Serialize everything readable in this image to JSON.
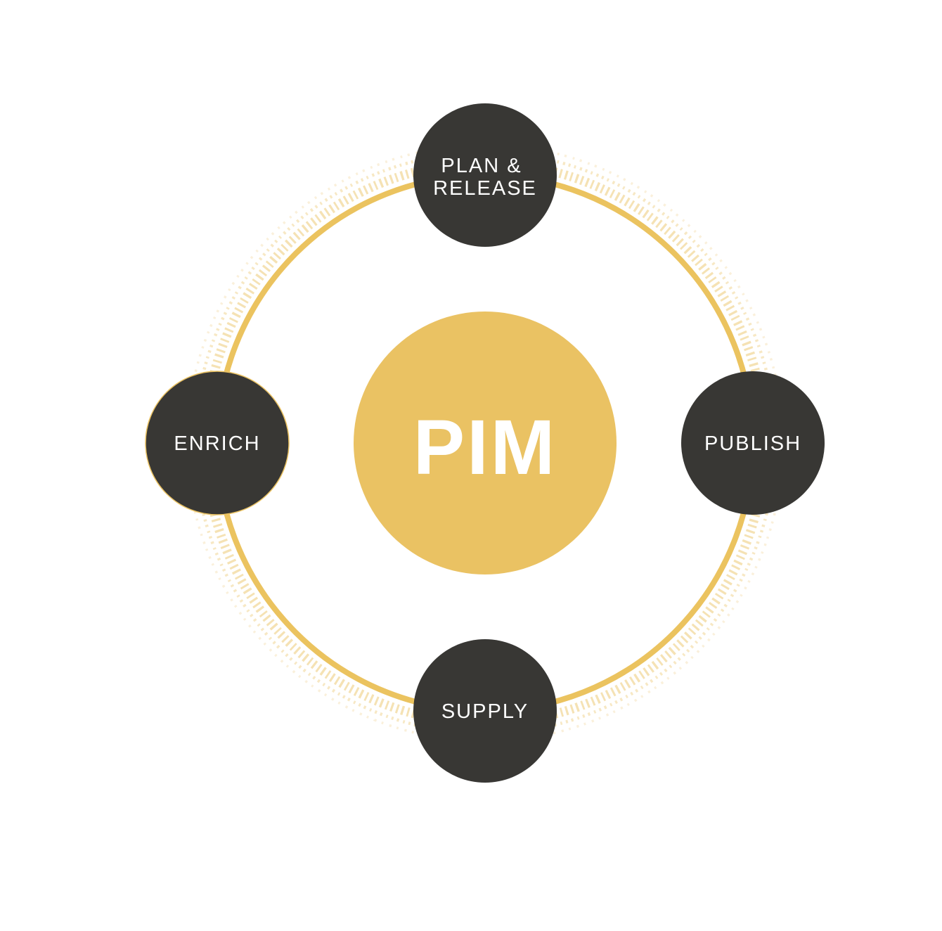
{
  "diagram": {
    "hub": {
      "label": "PIM"
    },
    "nodes": [
      {
        "id": "plan-release",
        "position": "top",
        "lines": [
          "PLAN &",
          "RELEASE"
        ]
      },
      {
        "id": "publish",
        "position": "right",
        "lines": [
          "PUBLISH"
        ]
      },
      {
        "id": "supply",
        "position": "bottom",
        "lines": [
          "SUPPLY"
        ]
      },
      {
        "id": "enrich",
        "position": "left",
        "lines": [
          "ENRICH"
        ]
      }
    ],
    "colors": {
      "background": "#FFFFFF",
      "hub_gold": "#EAC263",
      "ring_gold": "#EBC35F",
      "tick_gold": "#F5E2B4",
      "dot_gold": "#F7E8C4",
      "outer_dot_gold": "#FAF0DB",
      "node_dark": "#383734",
      "label_white": "#FFFFFF"
    }
  }
}
